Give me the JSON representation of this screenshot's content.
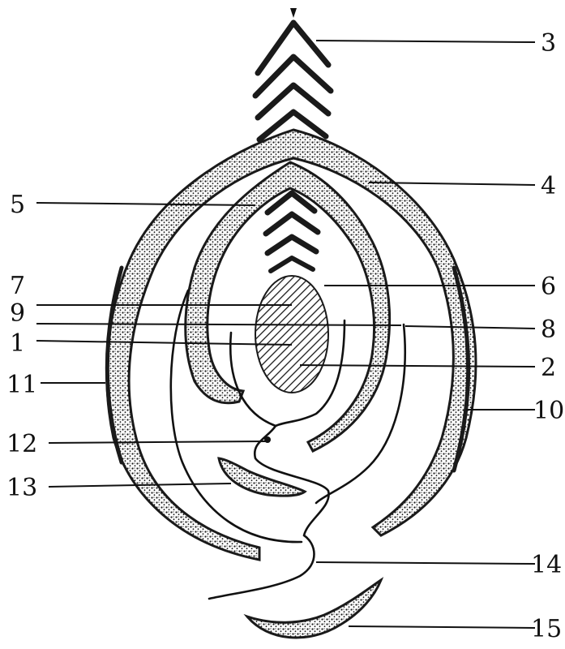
{
  "diagram": {
    "labels": {
      "l1": "1",
      "l2": "2",
      "l3": "3",
      "l4": "4",
      "l5": "5",
      "l6": "6",
      "l7": "7",
      "l8": "8",
      "l9": "9",
      "l10": "10",
      "l11": "11",
      "l12": "12",
      "l13": "13",
      "l14": "14",
      "l15": "15"
    }
  },
  "colors": {
    "ink": "#111111",
    "background": "#ffffff"
  }
}
